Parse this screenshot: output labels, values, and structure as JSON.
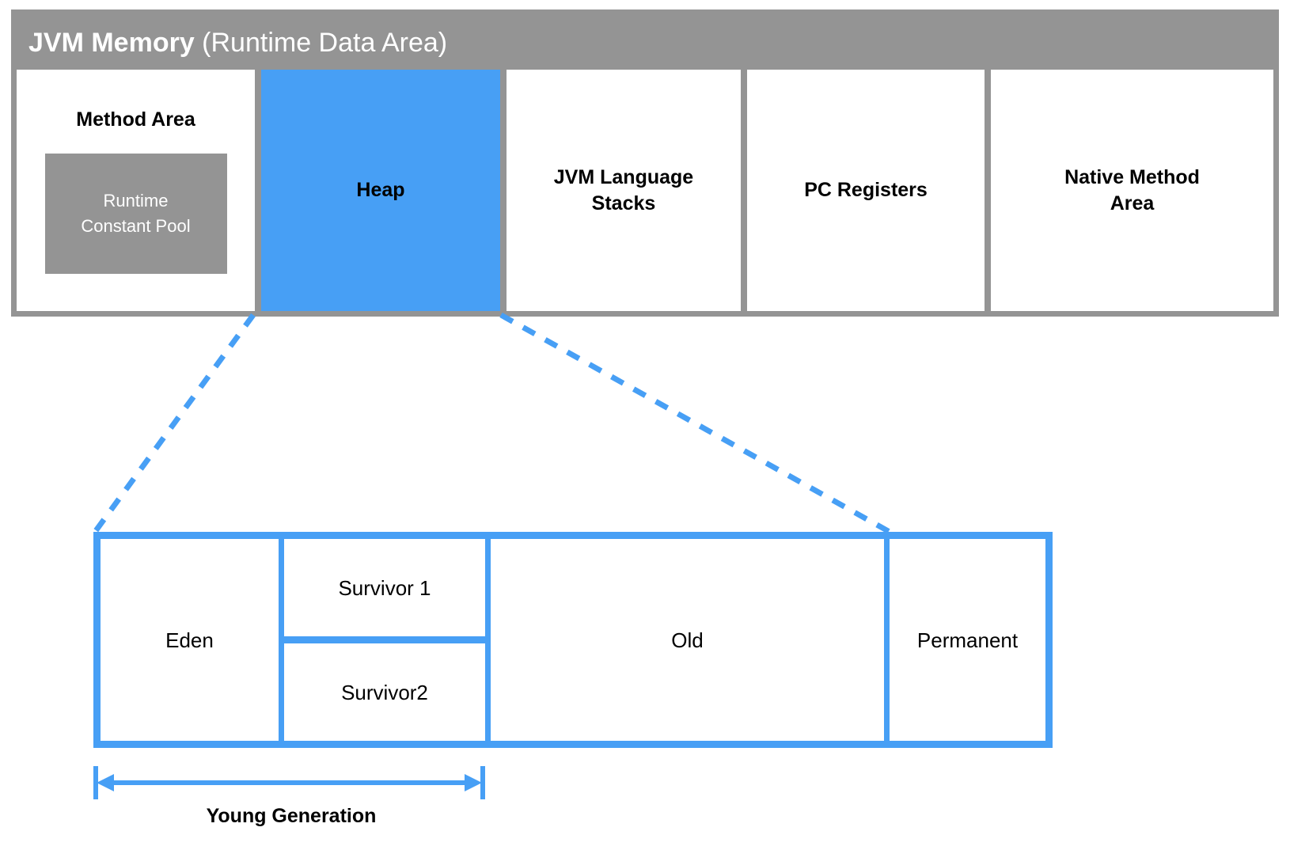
{
  "diagram": {
    "title_bold": "JVM Memory",
    "title_regular": " (Runtime Data Area)",
    "colors": {
      "container_gray": "#949494",
      "heap_blue": "#479ff5",
      "box_white": "#ffffff",
      "text_black": "#000000",
      "text_white": "#ffffff"
    }
  },
  "jvm_memory": {
    "areas": [
      {
        "label": "Method Area",
        "inner_label": "Runtime\nConstant Pool",
        "inner_label_line1": "Runtime",
        "inner_label_line2": "Constant Pool",
        "highlighted": false
      },
      {
        "label": "Heap",
        "highlighted": true
      },
      {
        "label": "JVM Language\nStacks",
        "line1": "JVM Language",
        "line2": "Stacks",
        "highlighted": false
      },
      {
        "label": "PC Registers",
        "highlighted": false
      },
      {
        "label": "Native Method\nArea",
        "line1": "Native Method",
        "line2": "Area",
        "highlighted": false
      }
    ]
  },
  "heap_detail": {
    "eden": "Eden",
    "survivor1": "Survivor 1",
    "survivor2": "Survivor2",
    "old": "Old",
    "permanent": "Permanent",
    "young_generation_label": "Young Generation"
  },
  "chart_data": {
    "type": "diagram",
    "title": "JVM Memory (Runtime Data Area)",
    "top_row": {
      "categories": [
        "Method Area",
        "Heap",
        "JVM Language Stacks",
        "PC Registers",
        "Native Method Area"
      ],
      "highlighted": [
        "Heap"
      ],
      "nested": {
        "Method Area": [
          "Runtime Constant Pool"
        ]
      }
    },
    "heap_breakdown": {
      "categories": [
        "Eden",
        "Survivor 1",
        "Survivor2",
        "Old",
        "Permanent"
      ],
      "groups": {
        "Young Generation": [
          "Eden",
          "Survivor 1",
          "Survivor2"
        ]
      }
    }
  }
}
